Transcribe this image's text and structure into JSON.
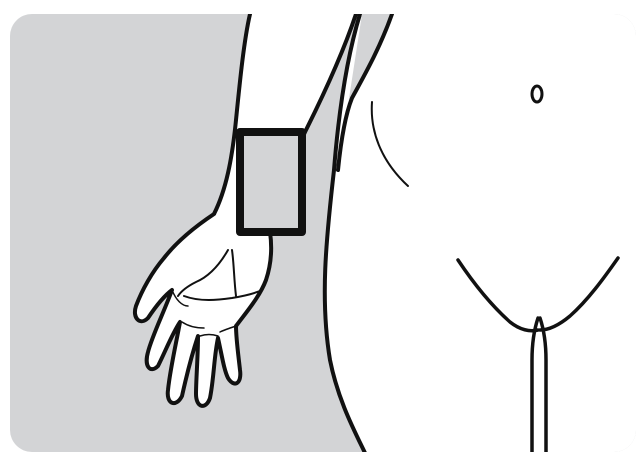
{
  "illustration": {
    "subject": "forearm-and-torso-application-site",
    "colors": {
      "background": "#d3d4d6",
      "skin": "#ffffff",
      "outline": "#111111",
      "page": "#ffffff"
    },
    "marker": {
      "shape": "rectangle",
      "placement": "inner-forearm-above-wrist"
    }
  }
}
